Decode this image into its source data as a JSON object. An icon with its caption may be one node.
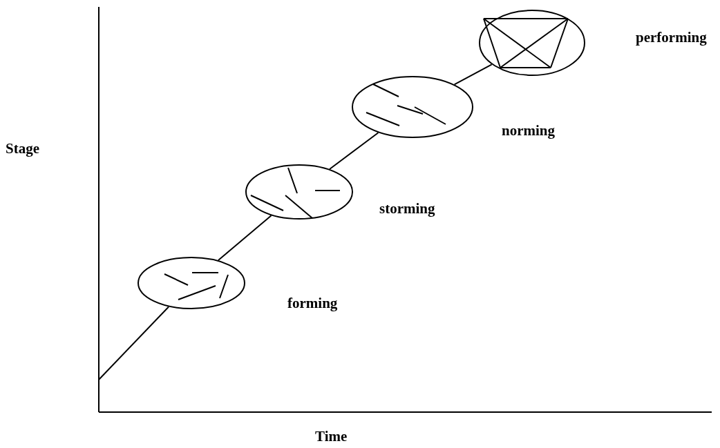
{
  "diagram": {
    "nodes": [
      {
        "text": [],
        "shape": "circle",
        "beside": [
          "forming"
        ]
      },
      {
        "text": [],
        "shape": "circle",
        "beside": [
          "storming"
        ]
      },
      {
        "text": [],
        "shape": "circle",
        "beside": [
          "norming"
        ]
      },
      {
        "text": [],
        "shape": "circle",
        "beside": [
          "performing"
        ]
      }
    ],
    "edges": [
      {
        "from": null,
        "to": 0,
        "arrow": "none"
      },
      {
        "from": 0,
        "to": 1,
        "arrow": "none"
      },
      {
        "from": 1,
        "to": 2,
        "arrow": "none"
      },
      {
        "from": 2,
        "to": 3,
        "arrow": "none"
      }
    ],
    "labels": [
      "Stage",
      "Time"
    ]
  }
}
